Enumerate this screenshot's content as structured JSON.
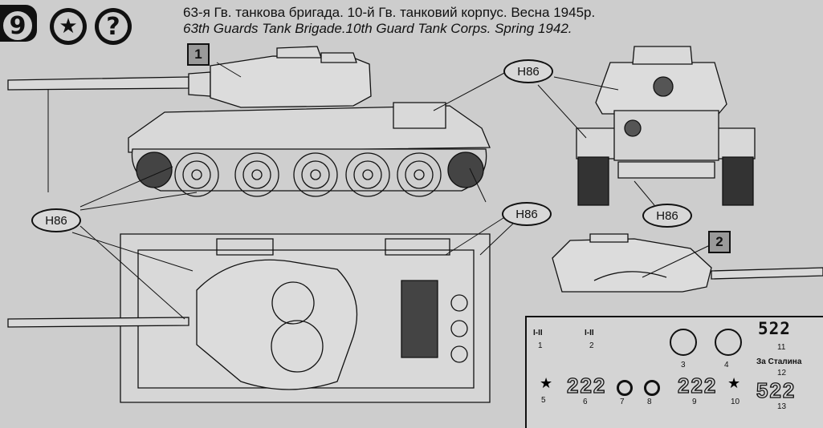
{
  "header": {
    "step_number": "9",
    "title_ru": "63-я Гв. танкова бригада. 10-й Гв. танковий корпус. Весна 1945р.",
    "title_en": "63th Guards Tank Brigade.10th Guard Tank Corps. Spring 1942."
  },
  "icons": [
    "star-in-circle-icon",
    "question-mark-icon"
  ],
  "paint_callouts": [
    "H86",
    "H86",
    "H86",
    "H86"
  ],
  "view_numbers": [
    "1",
    "2"
  ],
  "decals": {
    "hollow_large": "522",
    "small_numbers": "222",
    "slogan": "За Сталина",
    "turret_sign": "I-II",
    "labels": [
      "1",
      "2",
      "3",
      "4",
      "5",
      "6",
      "7",
      "8",
      "9",
      "10",
      "11",
      "12",
      "13"
    ]
  },
  "colors": {
    "background": "#cdcdcd",
    "ink": "#111111",
    "callout_fill": "#d8d8d8"
  }
}
